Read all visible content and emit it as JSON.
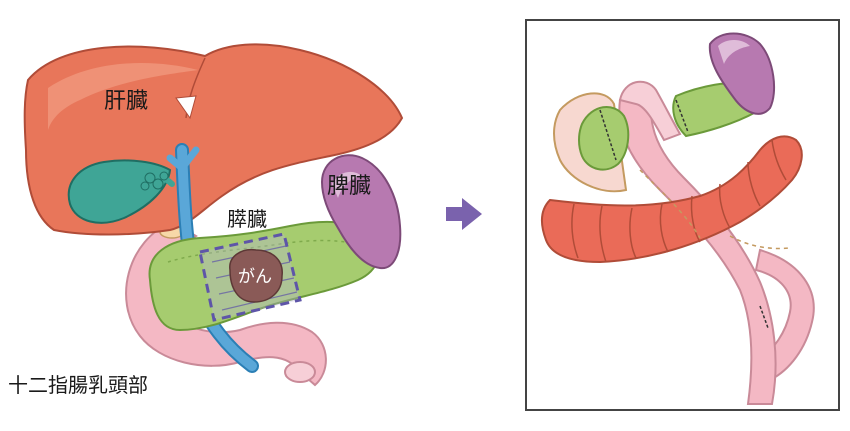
{
  "labels": {
    "liver": "肝臓",
    "spleen": "脾臓",
    "pancreas": "膵臓",
    "cancer": "がん",
    "papilla": "十二指腸乳頭部"
  },
  "colors": {
    "liver": "#e8765a",
    "gallbladder": "#3fa596",
    "pancreas": "#a6cc6f",
    "spleen": "#b779b0",
    "duodenum": "#f4b8c4",
    "colon": "#ea6b58",
    "bile_duct": "#5aa7d8",
    "tumor": "#8a5a57",
    "resection_frame": "#5e55a8",
    "arrow": "#7a62ad",
    "panel_border": "#444444"
  },
  "icons": {
    "transition": "right-arrow-icon"
  }
}
